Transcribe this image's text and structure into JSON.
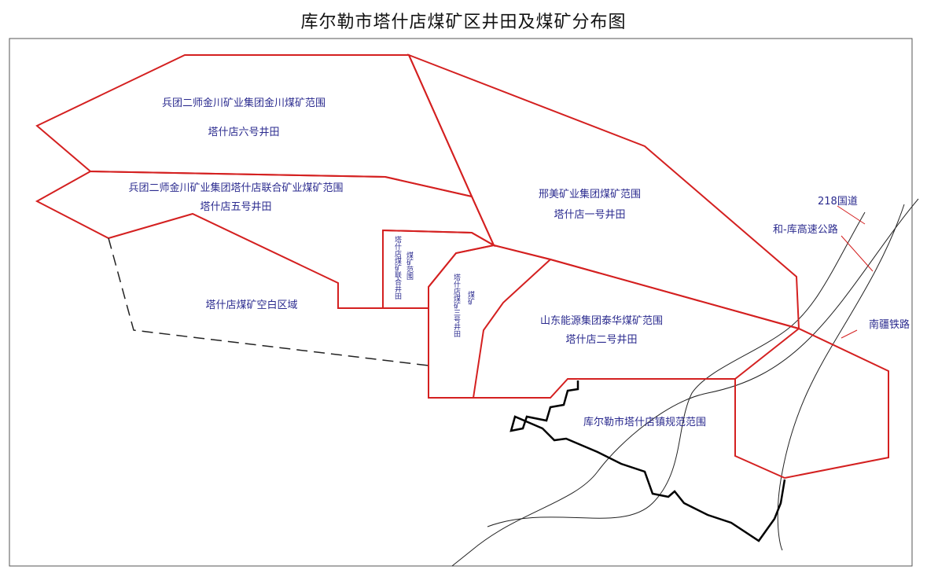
{
  "title": "库尔勒市塔什店煤矿区井田及煤矿分布图",
  "zones": {
    "jinchuan_owner": "兵团二师金川矿业集团金川煤矿范围",
    "mine6": "塔什店六号井田",
    "lianhe_owner": "兵团二师金川矿业集团塔什店联合矿业煤矿范围",
    "mine5": "塔什店五号井田",
    "xingmei_owner": "邢美矿业集团煤矿范围",
    "mine1": "塔什店一号井田",
    "blank_area": "塔什店煤矿空白区域",
    "shandong_owner": "山东能源集团泰华煤矿范围",
    "mine2": "塔什店二号井田",
    "town_plan": "库尔勒市塔什店镇规范范围",
    "small_zone_a": "塔什店煤矿联合井田",
    "small_zone_b": "煤矿范围",
    "small_zone_c": "塔什店煤矿三号井田",
    "small_zone_d": "煤矿"
  },
  "roads": {
    "national_road": "218国道",
    "expressway": "和-库高速公路",
    "railway": "南疆铁路"
  },
  "colors": {
    "boundary": "#d42020",
    "label": "#2b2b8f",
    "town_boundary": "#000000"
  }
}
